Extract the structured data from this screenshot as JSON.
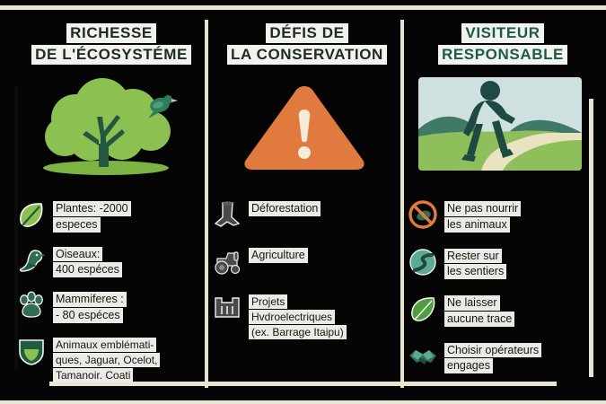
{
  "theme": {
    "background": "#050505",
    "frame_cream": "#e8e6d2",
    "text_highlight": "#eceae6",
    "heading_dark": "#1d2b22",
    "heading_green": "#1c5b4a",
    "leaf_green": "#7cb342",
    "dark_green": "#245741",
    "warning_orange": "#e07a3f",
    "icon_gray": "#4a4a48"
  },
  "columns": [
    {
      "id": "ecosystem",
      "heading_lines": [
        "RICHESSE",
        "DE L'ÉCOSYSTÉME"
      ],
      "heading_color": "dark",
      "hero_icon": "tree-with-bird-illustration",
      "items": [
        {
          "icon": "leaf-icon",
          "lines": [
            "Plantes: -2000",
            "especes"
          ]
        },
        {
          "icon": "bird-icon",
          "lines": [
            "Oiseaux:",
            "400 espéces"
          ]
        },
        {
          "icon": "paw-print-icon",
          "lines": [
            "Mammiferes :",
            "- 80 espéces"
          ]
        },
        {
          "icon": "shield-icon",
          "lines": [
            "Animaux emblémati-",
            "ques, Jaguar, Ocelot,",
            "Tamanoir. Coati"
          ]
        }
      ]
    },
    {
      "id": "conservation",
      "heading_lines": [
        "DÉFIS DE",
        "LA CONSERVATION"
      ],
      "heading_color": "dark",
      "hero_icon": "warning-triangle-illustration",
      "items": [
        {
          "icon": "tree-stump-icon",
          "lines": [
            "Déforestation"
          ]
        },
        {
          "icon": "tractor-icon",
          "lines": [
            "Agriculture"
          ]
        },
        {
          "icon": "dam-icon",
          "lines": [
            "Projets",
            "Hvdroelectriques",
            "(ex. Barrage Itaipu)"
          ]
        }
      ]
    },
    {
      "id": "visitor",
      "heading_lines": [
        "VISITEUR",
        "RESPONSABLE"
      ],
      "heading_color": "green",
      "hero_icon": "hiker-on-trail-illustration",
      "items": [
        {
          "icon": "no-feeding-animals-icon",
          "lines": [
            "Ne pas nourrir",
            "les animaux"
          ]
        },
        {
          "icon": "stay-on-trail-icon",
          "lines": [
            "Rester sur",
            "les sentiers"
          ]
        },
        {
          "icon": "leave-no-trace-leaf-icon",
          "lines": [
            "Ne laisser",
            "aucune trace"
          ]
        },
        {
          "icon": "handshake-icon",
          "lines": [
            "Choisir opérateurs",
            "engages"
          ]
        }
      ]
    }
  ]
}
